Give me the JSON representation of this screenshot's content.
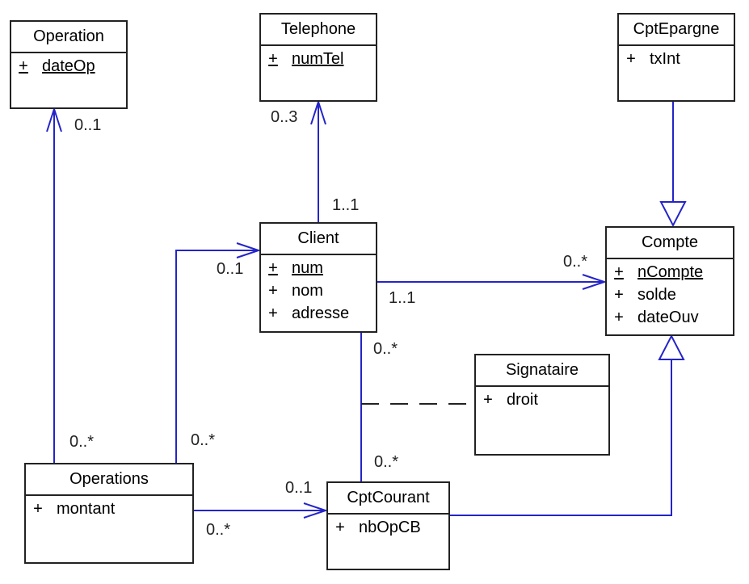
{
  "colors": {
    "line": "#2424c8",
    "border": "#222222",
    "text": "#222222"
  },
  "classes": {
    "operation": {
      "name": "Operation",
      "attributes": [
        {
          "visibility": "+",
          "name": "dateOp",
          "static": true
        }
      ]
    },
    "telephone": {
      "name": "Telephone",
      "attributes": [
        {
          "visibility": "+",
          "name": "numTel",
          "static": true
        }
      ]
    },
    "cptepargne": {
      "name": "CptEpargne",
      "attributes": [
        {
          "visibility": "+",
          "name": "txInt",
          "static": false
        }
      ]
    },
    "client": {
      "name": "Client",
      "attributes": [
        {
          "visibility": "+",
          "name": "num",
          "static": true
        },
        {
          "visibility": "+",
          "name": "nom",
          "static": false
        },
        {
          "visibility": "+",
          "name": "adresse",
          "static": false
        }
      ]
    },
    "compte": {
      "name": "Compte",
      "attributes": [
        {
          "visibility": "+",
          "name": "nCompte",
          "static": true
        },
        {
          "visibility": "+",
          "name": "solde",
          "static": false
        },
        {
          "visibility": "+",
          "name": "dateOuv",
          "static": false
        }
      ]
    },
    "signataire": {
      "name": "Signataire",
      "attributes": [
        {
          "visibility": "+",
          "name": "droit",
          "static": false
        }
      ]
    },
    "operations": {
      "name": "Operations",
      "attributes": [
        {
          "visibility": "+",
          "name": "montant",
          "static": false
        }
      ]
    },
    "cptcourant": {
      "name": "CptCourant",
      "attributes": [
        {
          "visibility": "+",
          "name": "nbOpCB",
          "static": false
        }
      ]
    }
  },
  "relationships": [
    {
      "id": "operations-operation",
      "type": "association",
      "navigable_to": "Operation",
      "from": "Operations",
      "to": "Operation",
      "from_mult": "0..*",
      "to_mult": "0..1"
    },
    {
      "id": "client-telephone",
      "type": "association",
      "navigable_to": "Telephone",
      "from": "Client",
      "to": "Telephone",
      "from_mult": "1..1",
      "to_mult": "0..3"
    },
    {
      "id": "cptepargne-compte",
      "type": "generalization",
      "from": "CptEpargne",
      "to": "Compte"
    },
    {
      "id": "operations-client",
      "type": "association",
      "navigable_to": "Client",
      "from": "Operations",
      "to": "Client",
      "from_mult": "0..*",
      "to_mult": "0..1"
    },
    {
      "id": "client-compte",
      "type": "association",
      "navigable_to": "Compte",
      "from": "Client",
      "to": "Compte",
      "from_mult": "1..1",
      "to_mult": "0..*"
    },
    {
      "id": "client-cptcourant",
      "type": "association",
      "from": "Client",
      "to": "CptCourant",
      "from_mult": "0..*",
      "to_mult": "0..*",
      "association_class": "Signataire"
    },
    {
      "id": "operations-cptcourant",
      "type": "association",
      "navigable_to": "CptCourant",
      "from": "Operations",
      "to": "CptCourant",
      "from_mult": "0..*",
      "to_mult": "0..1"
    },
    {
      "id": "cptcourant-compte",
      "type": "generalization",
      "from": "CptCourant",
      "to": "Compte"
    }
  ],
  "multiplicities": {
    "operation_end": "0..1",
    "operations_to_operation": "0..*",
    "telephone_end": "0..3",
    "client_to_telephone": "1..1",
    "client_end_from_operations": "0..1",
    "operations_to_client": "0..*",
    "compte_end": "0..*",
    "client_to_compte": "1..1",
    "client_to_cptcourant": "0..*",
    "cptcourant_from_client": "0..*",
    "cptcourant_from_operations": "0..1",
    "operations_to_cptcourant": "0..*"
  }
}
